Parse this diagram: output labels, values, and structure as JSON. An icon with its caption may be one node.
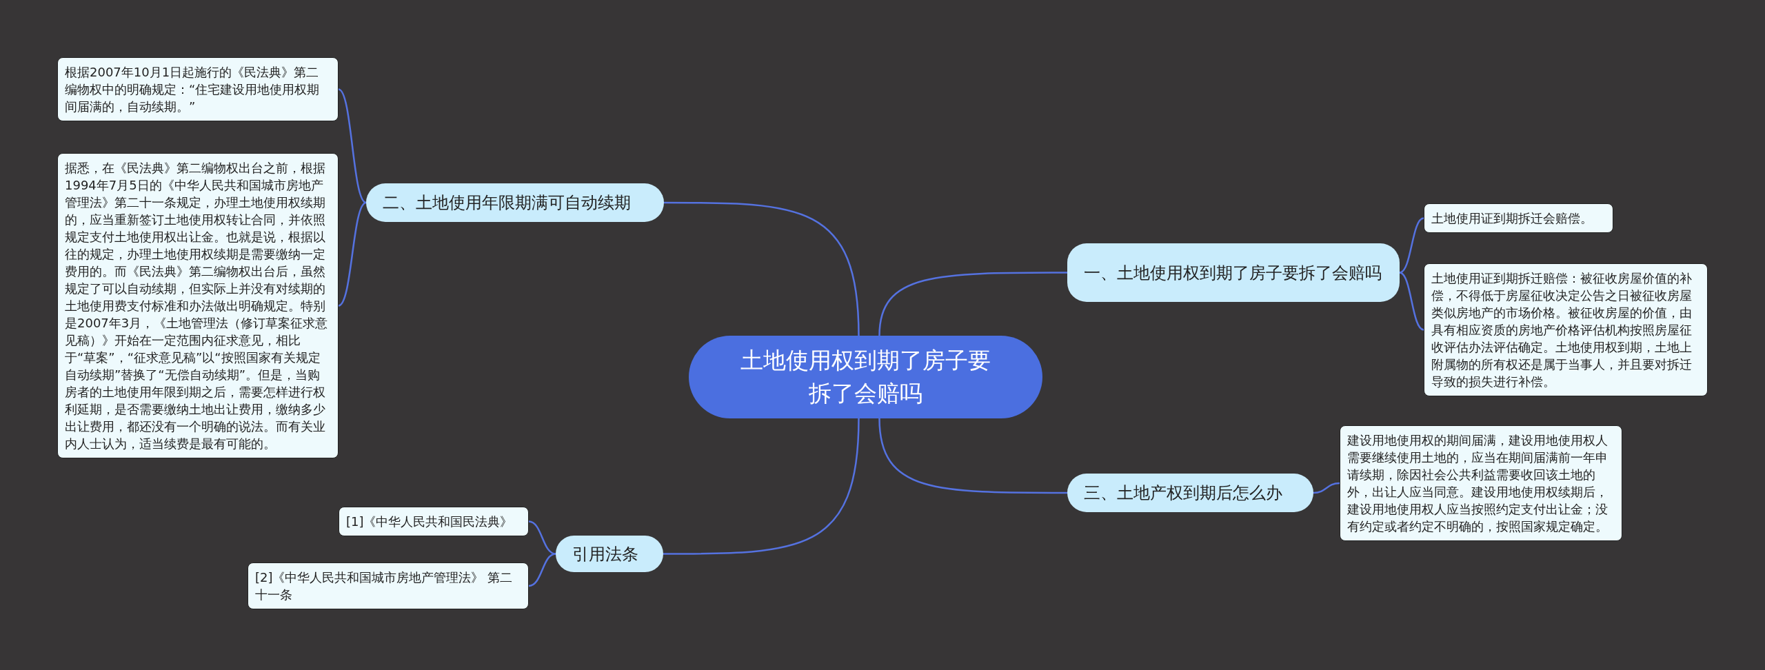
{
  "diagram": {
    "nodes": [
      {
        "text": [
          "土地使用权到期了房子要拆了会赔吗"
        ]
      },
      {
        "text": [
          "二、土地使用年限期满可自动续期"
        ]
      },
      {
        "text": [
          "根据2007年10月1日起施行的《民法典》第二编物权中的明确规定：“住宅建设用地使用权期间届满的，自动续期。”"
        ]
      },
      {
        "text": [
          "据悉，在《民法典》第二编物权出台之前，根据1994年7月5日的《中华人民共和国城市房地产管理法》第二十一条规定，办理土地使用权续期的，应当重新签订土地使用权转让合同，并依照规定支付土地使用权出让金。也就是说，根据以往的规定，办理土地使用权续期是需要缴纳一定费用的。而《民法典》第二编物权出台后，虽然规定了可以自动续期，但实际上并没有对续期的土地使用费支付标准和办法做出明确规定。特别是2007年3月，《土地管理法（修订草案征求意见稿）》开始在一定范围内征求意见，相比于“草案”，“征求意见稿”以“按照国家有关规定自动续期”替换了“无偿自动续期”。但是，当购房者的土地使用年限到期之后，需要怎样进行权利延期，是否需要缴纳土地出让费用，缴纳多少出让费用，都还没有一个明确的说法。而有关业内人士认为，适当续费是最有可能的。"
        ]
      },
      {
        "text": [
          "一、土地使用权到期了房子要拆了会赔吗"
        ]
      },
      {
        "text": [
          "土地使用证到期拆迁会赔偿。"
        ]
      },
      {
        "text": [
          "土地使用证到期拆迁赔偿：被征收房屋价值的补偿，不得低于房屋征收决定公告之日被征收房屋类似房地产的市场价格。被征收房屋的价值，由具有相应资质的房地产价格评估机构按照房屋征收评估办法评估确定。土地使用权到期，土地上附属物的所有权还是属于当事人，并且要对拆迁导致的损失进行补偿。"
        ]
      },
      {
        "text": [
          "三、土地产权到期后怎么办"
        ]
      },
      {
        "text": [
          "建设用地使用权的期间届满，建设用地使用权人需要继续使用土地的，应当在期间届满前一年申请续期，除因社会公共利益需要收回该土地的外，出让人应当同意。建设用地使用权续期后，建设用地使用权人应当按照约定支付出让金；没有约定或者约定不明确的，按照国家规定确定。"
        ]
      },
      {
        "text": [
          "引用法条"
        ]
      },
      {
        "text": [
          "[1]《中华人民共和国民法典》"
        ]
      },
      {
        "text": [
          "[2]《中华人民共和国城市房地产管理法》 第二十一条"
        ]
      }
    ],
    "edges": [
      {
        "from": 0,
        "to": 1,
        "arrow": "none"
      },
      {
        "from": 1,
        "to": 2,
        "arrow": "none"
      },
      {
        "from": 1,
        "to": 3,
        "arrow": "none"
      },
      {
        "from": 0,
        "to": 4,
        "arrow": "none"
      },
      {
        "from": 4,
        "to": 5,
        "arrow": "none"
      },
      {
        "from": 4,
        "to": 6,
        "arrow": "none"
      },
      {
        "from": 0,
        "to": 7,
        "arrow": "none"
      },
      {
        "from": 7,
        "to": 8,
        "arrow": "none"
      },
      {
        "from": 0,
        "to": 9,
        "arrow": "none"
      },
      {
        "from": 9,
        "to": 10,
        "arrow": "none"
      },
      {
        "from": 9,
        "to": 11,
        "arrow": "none"
      }
    ]
  }
}
